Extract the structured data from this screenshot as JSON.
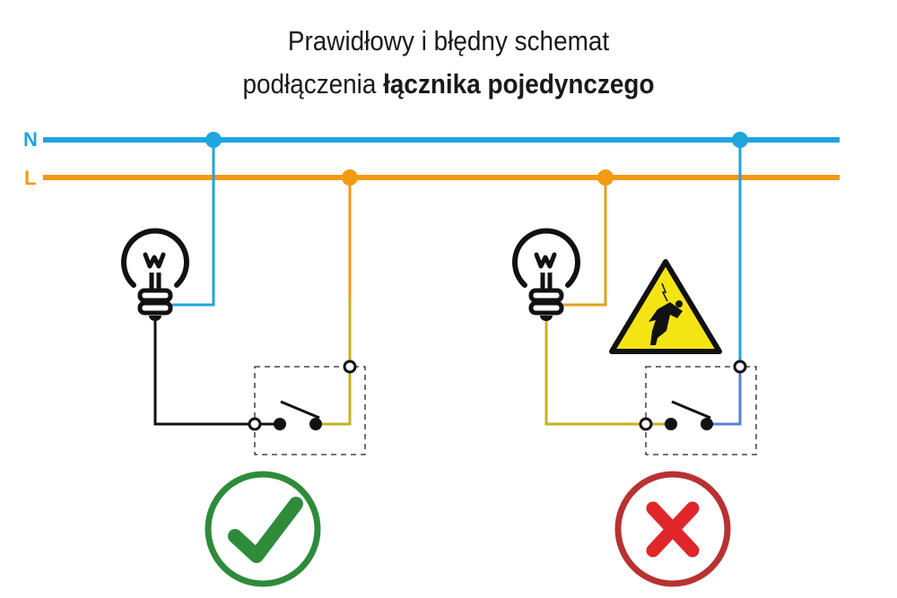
{
  "title": {
    "line1": "Prawidłowy i błędny schemat",
    "line2_normal": "podłączenia ",
    "line2_bold": "łącznika pojedynczego"
  },
  "lines": {
    "neutral_label": "N",
    "live_label": "L"
  },
  "bulb_letter": "W",
  "colors": {
    "neutral": "#1ea6de",
    "live": "#f29a12",
    "switched": "#c4b21c",
    "wrong_switched": "#5a7edc",
    "correct": "#2e8b3a",
    "wrong_ring": "#b83232",
    "wrong_cross": "#e0262a",
    "warning": "#f5e414"
  },
  "diagrams": [
    {
      "name": "correct",
      "verdict": "check"
    },
    {
      "name": "incorrect",
      "verdict": "cross",
      "warning": "electric-shock-warning"
    }
  ]
}
